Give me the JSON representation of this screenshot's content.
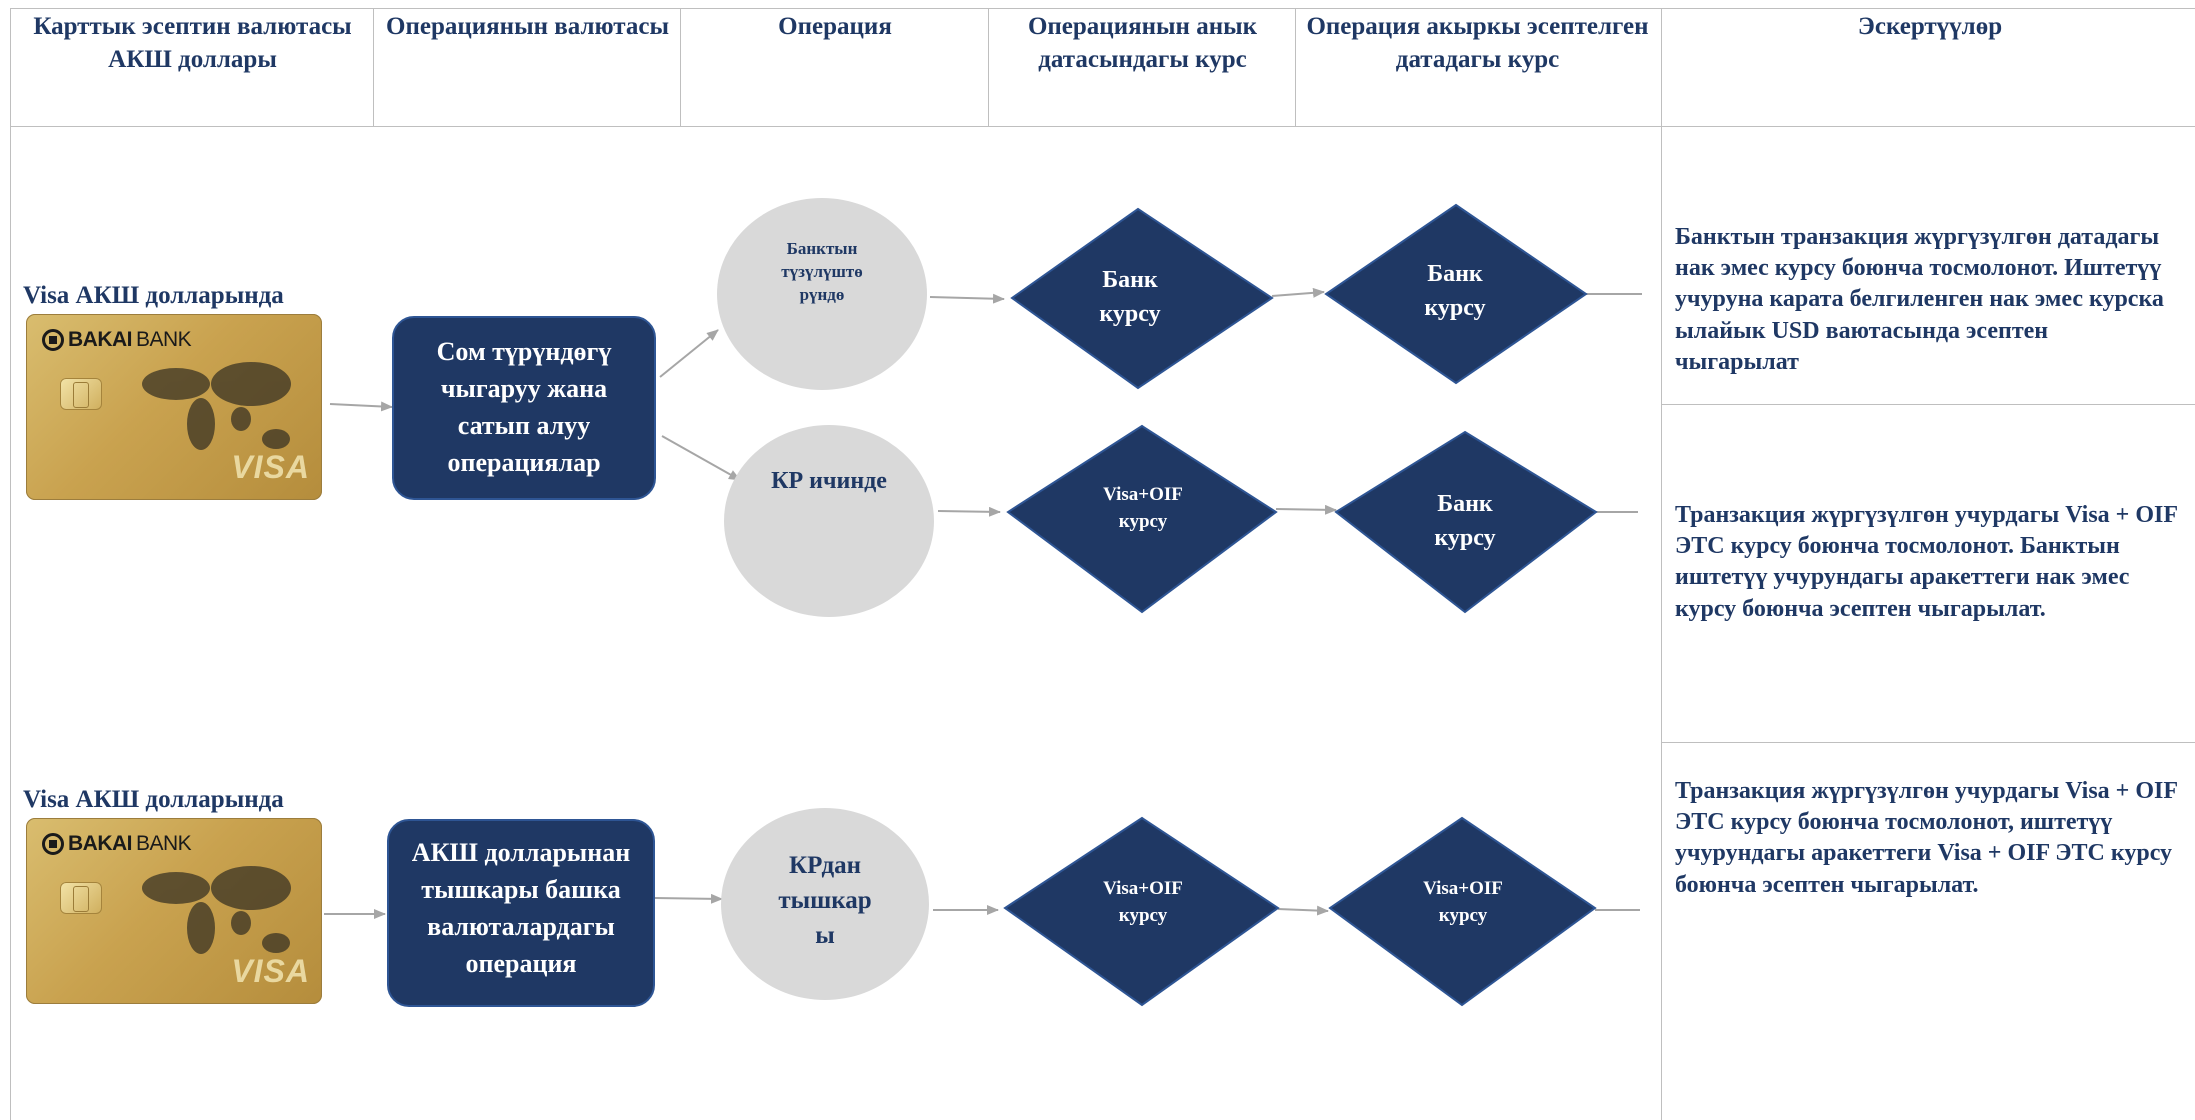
{
  "headers": [
    "Карттык эсептин валютасы АКШ доллары",
    "Операциянын валютасы",
    "Операция",
    "Операциянын анык датасындагы курс",
    "Операция акыркы эсептелген датадагы курс",
    "Эскертүүлөр"
  ],
  "cards": [
    {
      "label": "Visa АКШ долларында",
      "brand_bold": "BAKAI",
      "brand_thin": "BANK",
      "scheme": "VISA"
    },
    {
      "label": "Visa АКШ долларында",
      "brand_bold": "BAKAI",
      "brand_thin": "BANK",
      "scheme": "VISA"
    }
  ],
  "currency_boxes": [
    "Сом түрүндөгү чыгаруу жана сатып алуу операциялар",
    "АКШ долларынан тышкары башка валюталардагы операция"
  ],
  "operations": [
    "Банктын түзүлүштө рүндө",
    "КР ичинде",
    "КРдан тышкар ы"
  ],
  "rate_on_date": [
    "Банк курсу",
    "Visa+OIF курсу",
    "Visa+OIF курсу"
  ],
  "rate_final": [
    "Банк курсу",
    "Банк курсу",
    "Visa+OIF курсу"
  ],
  "notes": [
    "Банктын транзакция жүргүзүлгөн датадагы нак эмес курсу боюнча тосмолонот. Иштетүү учуруна карата белгиленген нак эмес курска ылайык USD ваютасында эсептен чыгарылат",
    "Транзакция жүргүзүлгөн учурдагы Visa + OIF ЭТС курсу боюнча тосмолонот. Банктын иштетүү учурундагы аракеттеги нак эмес курсу боюнча эсептен чыгарылат.",
    "Транзакция жүргүзүлгөн учурдагы Visa + OIF ЭТС курсу боюнча тосмолонот, иштетүү учурундагы аракеттеги Visa + OIF ЭТС курсу боюнча эсептен чыгарылат."
  ],
  "colors": {
    "navy": "#1f3864",
    "circle": "#d9d9d9",
    "grid": "#bfbfbf",
    "card_gold": "#c9a24f"
  }
}
